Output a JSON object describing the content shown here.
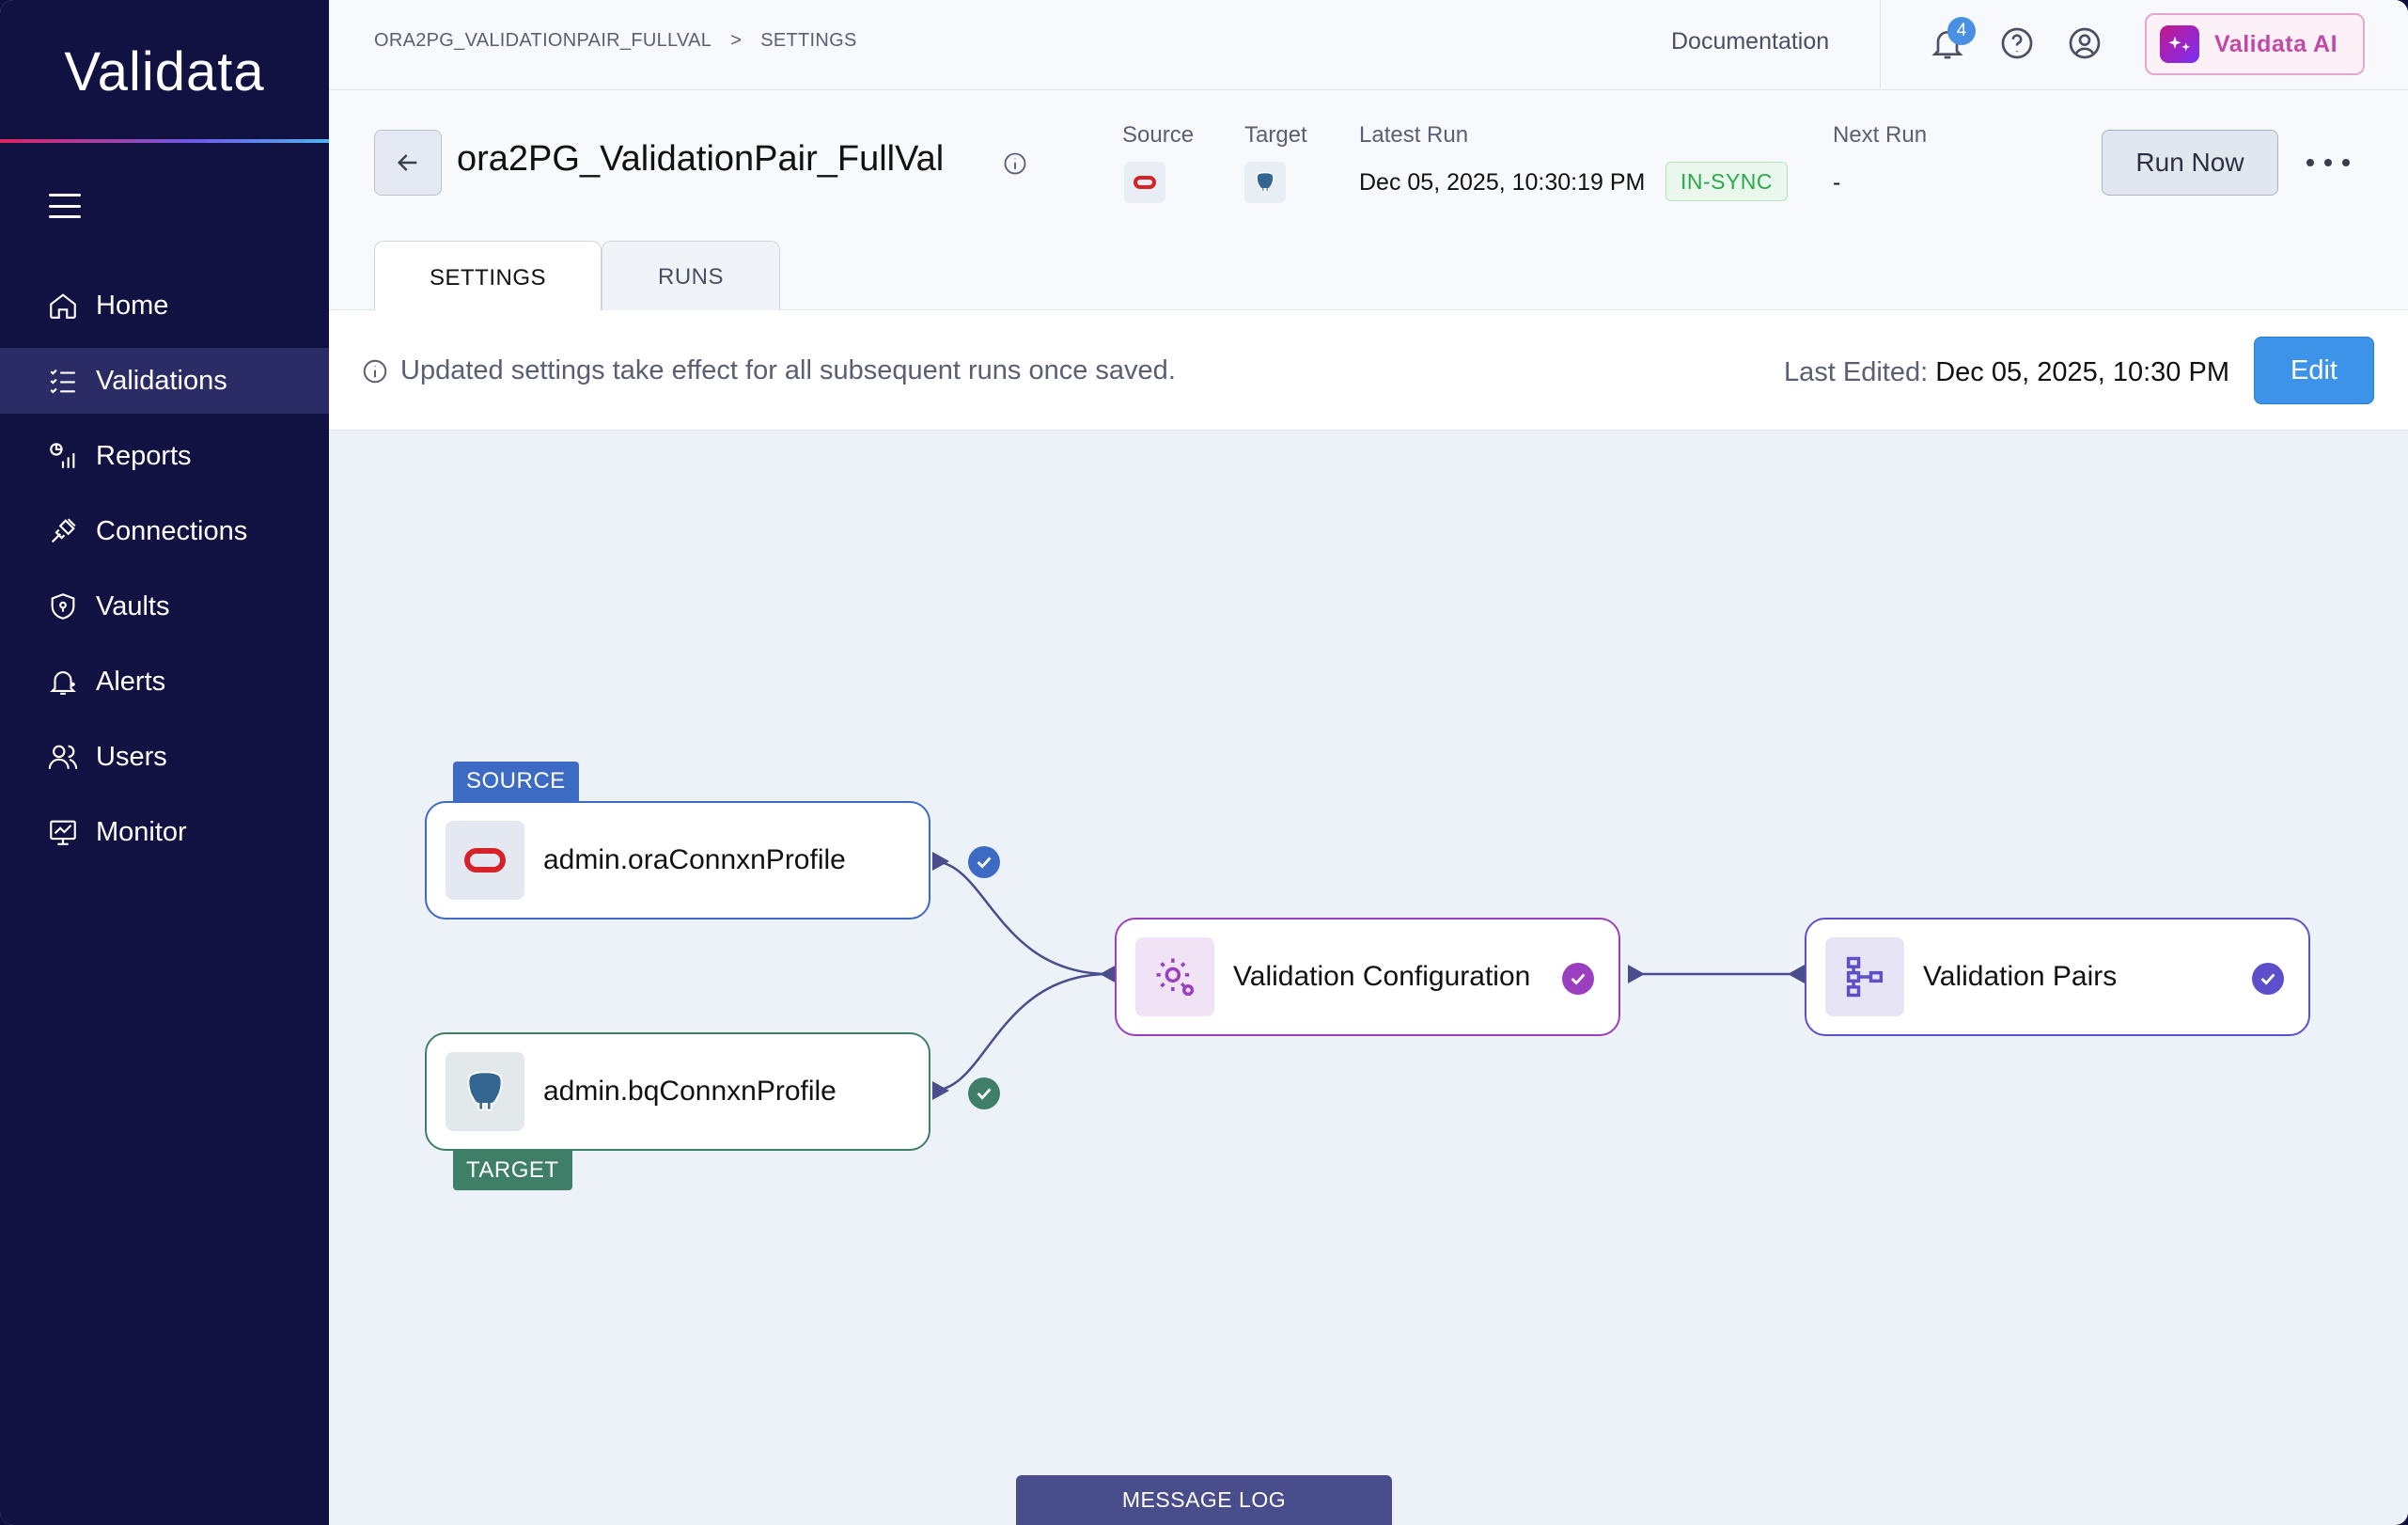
{
  "sidebar": {
    "logo": "Validata",
    "items": [
      {
        "label": "Home",
        "icon": "home-icon"
      },
      {
        "label": "Validations",
        "icon": "list-check-icon",
        "active": true
      },
      {
        "label": "Reports",
        "icon": "reports-icon"
      },
      {
        "label": "Connections",
        "icon": "plug-icon"
      },
      {
        "label": "Vaults",
        "icon": "shield-icon"
      },
      {
        "label": "Alerts",
        "icon": "bell-icon"
      },
      {
        "label": "Users",
        "icon": "users-icon"
      },
      {
        "label": "Monitor",
        "icon": "monitor-icon"
      }
    ]
  },
  "topbar": {
    "breadcrumb": [
      "ORA2PG_VALIDATIONPAIR_FULLVAL",
      "SETTINGS"
    ],
    "breadcrumb_sep": ">",
    "documentation": "Documentation",
    "notification_count": "4",
    "ai_button": "Validata AI"
  },
  "header": {
    "title": "ora2PG_ValidationPair_FullVal",
    "source_label": "Source",
    "target_label": "Target",
    "latest_run_label": "Latest Run",
    "latest_run_value": "Dec 05, 2025, 10:30:19 PM",
    "status": "IN-SYNC",
    "next_run_label": "Next Run",
    "next_run_value": "-",
    "run_now": "Run Now",
    "tabs": [
      "SETTINGS",
      "RUNS"
    ]
  },
  "infobar": {
    "message": "Updated settings take effect for all subsequent runs once saved.",
    "last_edited_label": "Last Edited:",
    "last_edited_value": "Dec 05, 2025, 10:30 PM",
    "edit": "Edit"
  },
  "flow": {
    "source_tag": "SOURCE",
    "source_node": "admin.oraConnxnProfile",
    "target_node": "admin.bqConnxnProfile",
    "target_tag": "TARGET",
    "config_node": "Validation Configuration",
    "pairs_node": "Validation Pairs"
  },
  "footer": {
    "message_log": "MESSAGE LOG"
  },
  "colors": {
    "sidebar_bg": "#111142",
    "source_blue": "#3d6bc4",
    "target_green": "#3f7f68",
    "config_purple": "#9b3fc0",
    "pairs_indigo": "#5c4fc9",
    "edit_blue": "#3d93e8",
    "sync_green": "#2ca84a"
  }
}
